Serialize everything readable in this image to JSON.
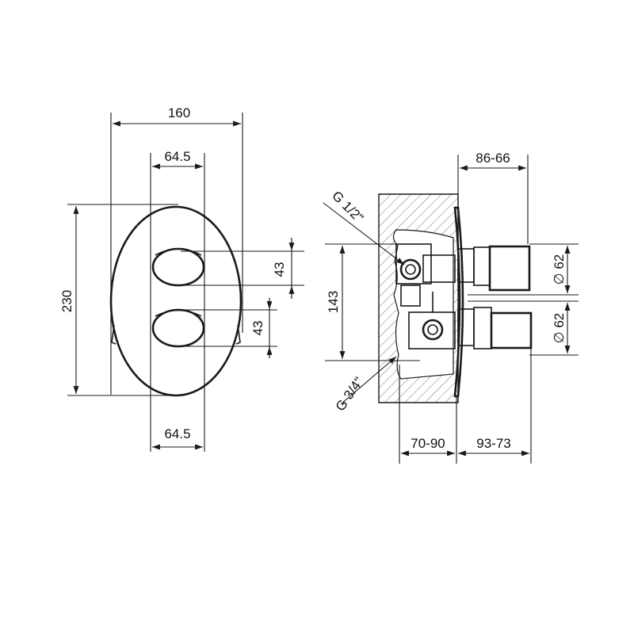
{
  "front_view": {
    "overall_width": "160",
    "top_knob_spacing": "64.5",
    "bottom_knob_spacing": "64.5",
    "overall_height": "230",
    "top_knob_height": "43",
    "bottom_knob_height": "43"
  },
  "side_view": {
    "top_depth": "86-66",
    "inlet_thread": "G 1/2\"",
    "outlet_thread": "G 3/4\"",
    "center_distance": "143",
    "top_knob_diameter": "∅ 62",
    "bottom_knob_diameter": "∅ 62",
    "wall_depth": "70-90",
    "protrusion": "93-73"
  },
  "colors": {
    "line": "#1a1a1a",
    "background": "#ffffff"
  }
}
